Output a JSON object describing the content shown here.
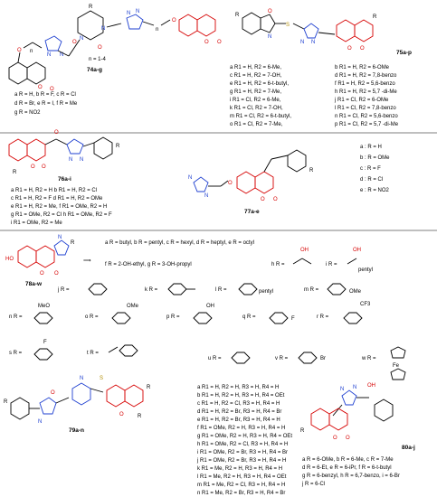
{
  "compounds": {
    "c74": {
      "id": "74a-g",
      "n_range": "n = 1-4",
      "subs": [
        "a R = H, b R = F, c R = Cl",
        "d R = Br, e R = I, f R = Me",
        "g R = NO2"
      ]
    },
    "c75": {
      "id": "75a-p",
      "col1": [
        "a R1 = H, R2 = 6-Me,",
        "c R1 = H, R2 = 7-OH,",
        "e R1 = H, R2 = 6-t-butyl,",
        "g R1 = H, R2 = 7-Me,",
        "i R1 = Cl, R2 = 6-Me,",
        "k R1 = Cl, R2 = 7-OH,",
        "m R1 = Cl, R2 = 6-t-butyl,",
        "o R1 = Cl, R2 = 7-Me,"
      ],
      "col2": [
        "b R1 = H, R2 = 6-OMe",
        "d R1 = H, R2 = 7,8-benzo",
        "f R1 = H, R2 = 5,6-benzo",
        "h R1 = H, R2 = 5,7 -di-Me",
        "j R1 = Cl, R2 = 6-OMe",
        "l R1 = Cl, R2 = 7,8-benzo",
        "n R1 = Cl, R2 = 5,6-benzo",
        "p R1 = Cl, R2 = 5,7 -di-Me"
      ]
    },
    "c76": {
      "id": "76a-i",
      "subs": [
        "a R1 = H, R2 = H  b R1 = H, R2 = Cl",
        "c R1 = H, R2 = F  d R1 = H, R2 = OMe",
        "e R1 = H, R2 = Me,  f R1 = OMe, R2 = H",
        "g R1 = OMe, R2 = Cl  h R1 = OMe, R2 = F",
        "i R1 = OMe, R2 = Me"
      ]
    },
    "c77": {
      "id": "77a-e",
      "subs": [
        "a : R = H",
        "b : R = OMe",
        "c : R = F",
        "d : R = Cl",
        "e : R = NO2"
      ]
    },
    "c78": {
      "id": "78a-w",
      "line1": "a R = butyl, b R = pentyl, c R = hexyl, d R = heptyl, e R = octyl",
      "line2": "f R = 2-OH-ethyl, g R = 3-OH-propyl",
      "h_label": "h R =",
      "i_label": "i R =",
      "pentyl": "pentyl",
      "row_labels": [
        "j R =",
        "k R =",
        "l R =",
        "m R =",
        "n R =",
        "o R =",
        "p R =",
        "q R =",
        "r R =",
        "s R =",
        "t R =",
        "u R =",
        "v R =",
        "w R ="
      ],
      "l_tail": "pentyl",
      "m_tail": "OMe",
      "n_tail": "MeO",
      "o_tail": "OMe",
      "p_tail": "OH",
      "q_tail": "F",
      "r_tail": "CF3",
      "s_tail": "F",
      "v_tail": "Br",
      "w_tail": "Fe"
    },
    "c79": {
      "id": "79a-n",
      "subs": [
        "a R1 = H, R2 = H, R3 = H, R4 = H",
        "b R1 = H, R2 = H, R3 = H, R4 = OEt",
        "c R1 = H, R2 = Cl, R3 = H, R4 = H",
        "d R1 = H, R2 = Br, R3 = H, R4 = Br",
        "e R1 = H, R2 = Br, R3 = H, R4 = H",
        "f R1 = OMe, R2 = H, R3 = H, R4 = H",
        "g R1 = OMe, R2 = H, R3 = H, R4 = OEt",
        "h R1 = OMe, R2 = Cl, R3 = H, R4 = H",
        "i R1 = OMe, R2 = Br, R3 = H, R4 = Br",
        "j R1 = OMe, R2 = Br, R3 = H, R4 = H",
        "k R1 = Me, R2 = H, R3 = H, R4 = H",
        "l R1 = Me, R2 = H, R3 = H, R4 = OEt",
        "m R1 = Me, R2 = Cl, R3 = H, R4 = H",
        "n R1 = Me, R2 = Br, R3 = H, R4 = Br"
      ]
    },
    "c80": {
      "id": "80a-j",
      "subs": [
        "a R = 6-OMe, b R = 6-Me, c R = 7-Me",
        "d R = 6-Et, e R = 6-iPr, f R = 6-t-butyl",
        "g R = 6-benzyl, h R = 6,7-benzo, i = 6-Br",
        "j R = 6-Cl"
      ]
    }
  },
  "colors": {
    "coumarin": "#d60000",
    "triazole": "#1e3fd0",
    "bond": "#000000"
  }
}
